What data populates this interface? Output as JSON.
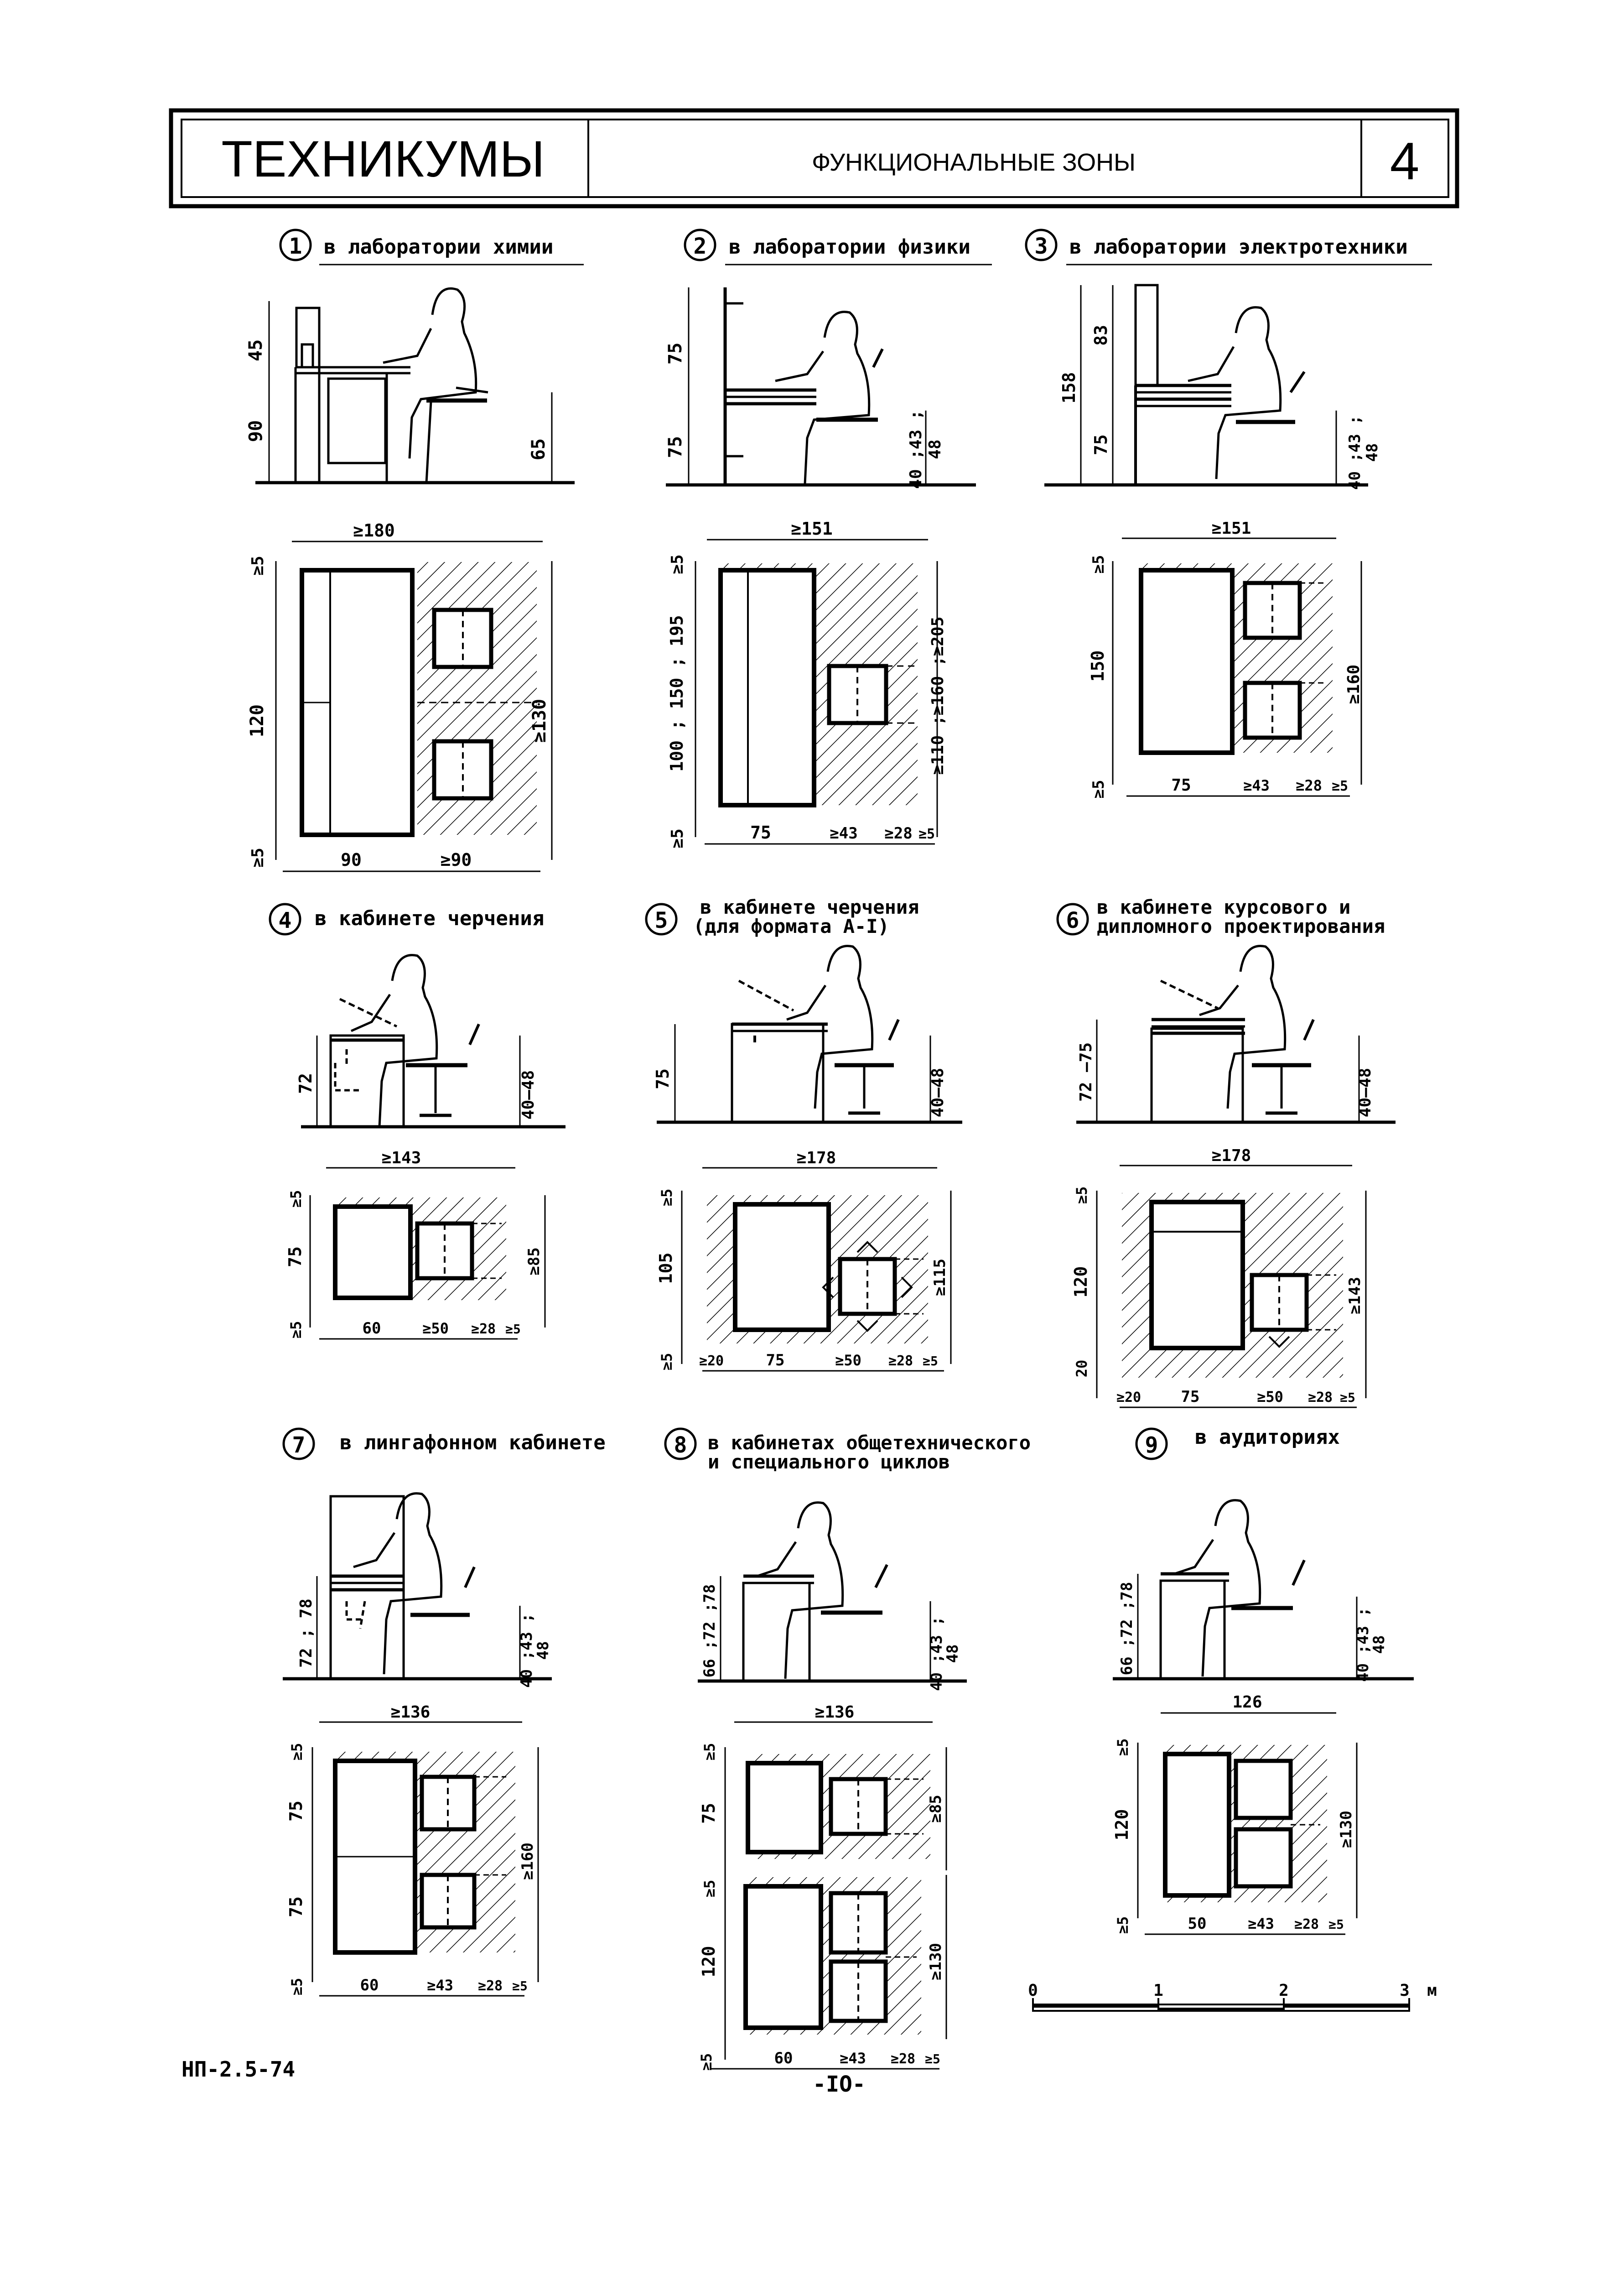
{
  "header": {
    "title": "ТЕХНИКУМЫ",
    "subtitle": "ФУНКЦИОНАЛЬНЫЕ ЗОНЫ",
    "sheet_number": "4"
  },
  "panels": [
    {
      "number": "1",
      "label": [
        "в лаборатории химии"
      ],
      "side_dims": [
        "45",
        "90",
        "65"
      ],
      "plan_dims": [
        "≥180",
        "≥5",
        "120",
        "≥130",
        "≥5",
        "90",
        "≥90"
      ]
    },
    {
      "number": "2",
      "label": [
        "в лаборатории физики"
      ],
      "side_dims": [
        "75",
        "75",
        "40 ;43 ;",
        "48"
      ],
      "plan_dims": [
        "≥151",
        "≥5",
        "100 ; 150 ; 195",
        "≥110 ;≥160 ;≥205",
        "≥5",
        "75",
        "≥43",
        "≥28",
        "≥5"
      ]
    },
    {
      "number": "3",
      "label": [
        "в лаборатории электротехники"
      ],
      "side_dims": [
        "158",
        "83",
        "75",
        "40 ;43 ;",
        "48"
      ],
      "plan_dims": [
        "≥151",
        "≥5",
        "150",
        "≥160",
        "≥5",
        "75",
        "≥43",
        "≥28",
        "≥5"
      ]
    },
    {
      "number": "4",
      "label": [
        "в кабинете черчения"
      ],
      "side_dims": [
        "72",
        "40–48"
      ],
      "plan_dims": [
        "≥143",
        "≥5",
        "75",
        "≥85",
        "≥5",
        "60",
        "≥50",
        "≥28",
        "≥5"
      ]
    },
    {
      "number": "5",
      "label": [
        "в кабинете черчения",
        "(для формата А-I)"
      ],
      "side_dims": [
        "75",
        "40–48"
      ],
      "plan_dims": [
        "≥178",
        "≥5",
        "105",
        "≥115",
        "≥5",
        "≥20",
        "75",
        "≥50",
        "≥28",
        "≥5"
      ]
    },
    {
      "number": "6",
      "label": [
        "в кабинете курсового и",
        "дипломного проектирования"
      ],
      "side_dims": [
        "72 –75",
        "40–48"
      ],
      "plan_dims": [
        "≥178",
        "≥5",
        "120",
        "≥143",
        "20",
        "≥20",
        "75",
        "≥50",
        "≥28",
        "≥5"
      ]
    },
    {
      "number": "7",
      "label": [
        "в лингафонном кабинете"
      ],
      "side_dims": [
        "72 ; 78",
        "40 ;43 ;",
        "48"
      ],
      "plan_dims": [
        "≥136",
        "≥5",
        "75",
        "75",
        "≥160",
        "≥5",
        "60",
        "≥43",
        "≥28",
        "≥5"
      ]
    },
    {
      "number": "8",
      "label": [
        "в кабинетах общетехнического",
        "и специального циклов"
      ],
      "side_dims": [
        "66 ;72 ;78",
        "40 ;43 ;",
        "48"
      ],
      "plan_dims": [
        "≥136",
        "≥5",
        "75",
        "≥85",
        "≥5",
        "120",
        "≥130",
        "≥5",
        "60",
        "≥43",
        "≥28",
        "≥5"
      ]
    },
    {
      "number": "9",
      "label": [
        "в аудиториях"
      ],
      "side_dims": [
        "66 ;72 ;78",
        "40 ;43 ;",
        "48"
      ],
      "plan_dims": [
        "126",
        "≥5",
        "120",
        "≥130",
        "≥5",
        "50",
        "≥43",
        "≥28",
        "≥5"
      ]
    }
  ],
  "scale_bar": {
    "ticks": [
      "0",
      "1",
      "2",
      "3"
    ],
    "unit": "м"
  },
  "footer": {
    "code": "НП-2.5-74",
    "page": "-IO-"
  }
}
